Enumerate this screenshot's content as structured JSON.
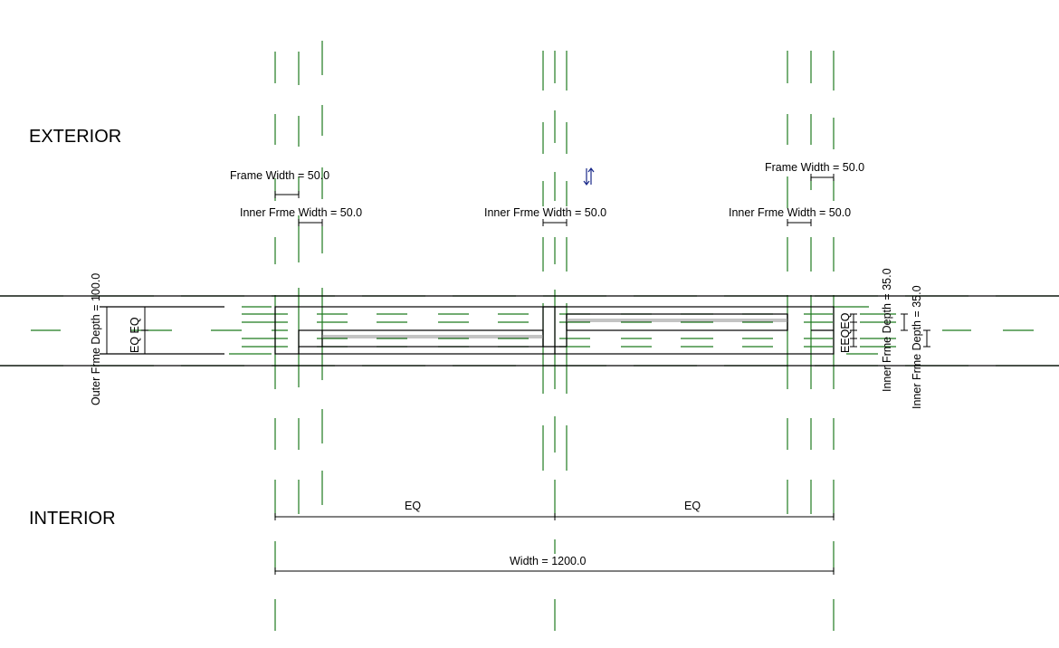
{
  "view": {
    "type": "family-editor-plan-view",
    "room_labels": {
      "exterior": "EXTERIOR",
      "interior": "INTERIOR"
    },
    "colors": {
      "reference_plane": "#1f7a1f",
      "geometry": "#000000",
      "glass": "#8a8a8a",
      "flip_control": "#1a2a8a",
      "background": "#ffffff"
    }
  },
  "dimensions": {
    "frame_width_left": "Frame Width = 50.0",
    "frame_width_right": "Frame Width = 50.0",
    "inner_frame_width_left": "Inner Frme Width = 50.0",
    "inner_frame_width_center": "Inner Frme Width = 50.0",
    "inner_frame_width_right": "Inner Frme Width = 50.0",
    "outer_frame_depth": "Outer Frme Depth = 100.0",
    "outer_eq": "EQ EQ",
    "inner_frame_depth_1": "Inner Frme Depth = 35.0",
    "inner_frame_depth_2": "Inner Frme Depth = 35.0",
    "inner_eq": "EEQEQ",
    "eq_left": "EQ",
    "eq_right": "EQ",
    "total_width": "Width = 1200.0"
  },
  "controls": {
    "flip_arrows": "flip-orientation-control"
  }
}
